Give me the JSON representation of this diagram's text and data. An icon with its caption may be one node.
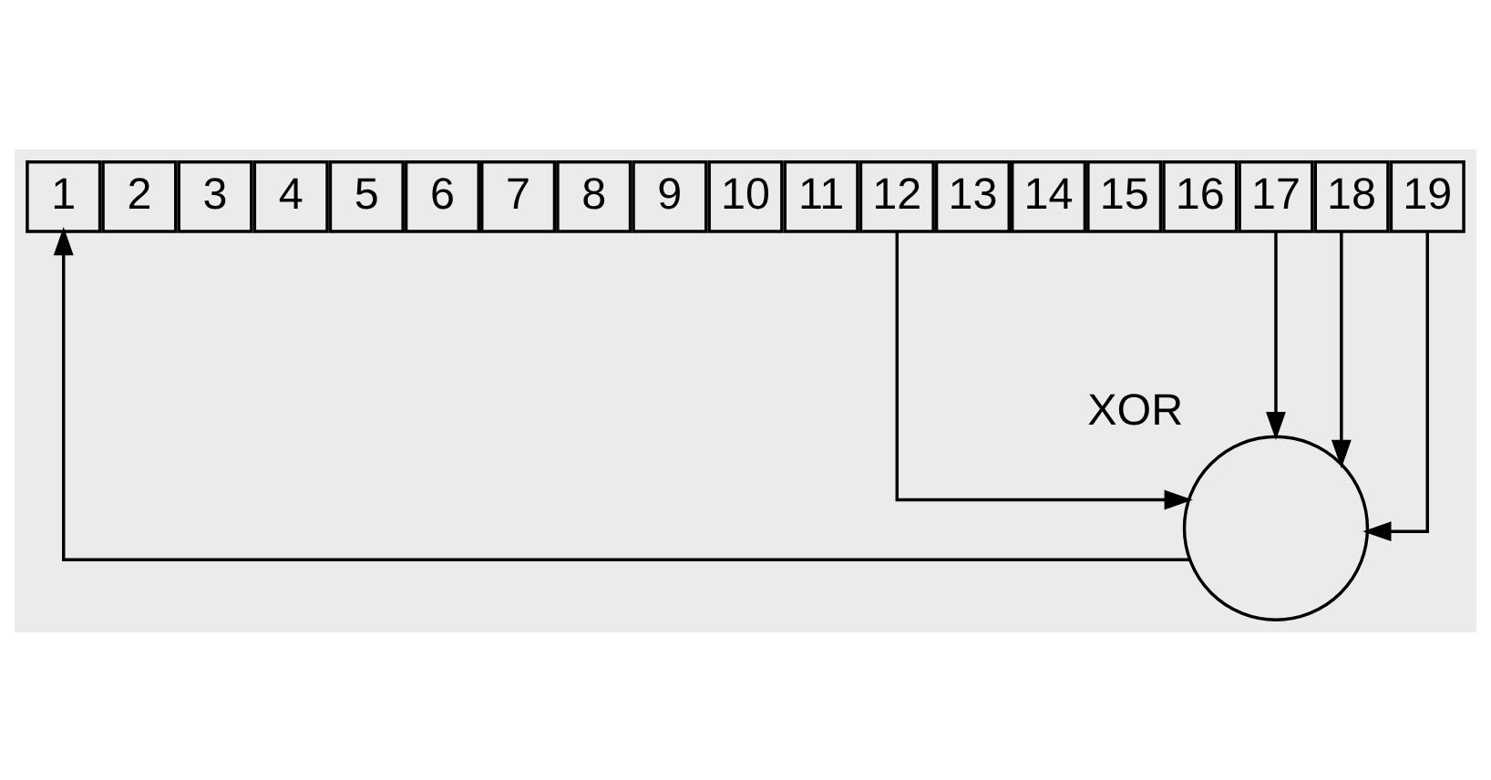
{
  "diagram": {
    "nodes": [
      {
        "text": [
          "1"
        ]
      },
      {
        "text": [
          "2"
        ]
      },
      {
        "text": [
          "3"
        ]
      },
      {
        "text": [
          "4"
        ]
      },
      {
        "text": [
          "5"
        ]
      },
      {
        "text": [
          "6"
        ]
      },
      {
        "text": [
          "7"
        ]
      },
      {
        "text": [
          "8"
        ]
      },
      {
        "text": [
          "9"
        ]
      },
      {
        "text": [
          "10"
        ]
      },
      {
        "text": [
          "11"
        ]
      },
      {
        "text": [
          "12"
        ]
      },
      {
        "text": [
          "13"
        ]
      },
      {
        "text": [
          "14"
        ]
      },
      {
        "text": [
          "15"
        ]
      },
      {
        "text": [
          "16"
        ]
      },
      {
        "text": [
          "17"
        ]
      },
      {
        "text": [
          "18"
        ]
      },
      {
        "text": [
          "19"
        ]
      },
      {
        "text": [],
        "shape": "circle",
        "beside": [
          "XOR"
        ]
      }
    ],
    "edges": [
      {
        "from": 11,
        "to": 19,
        "arrow": "to"
      },
      {
        "from": 16,
        "to": 19,
        "arrow": "to"
      },
      {
        "from": 17,
        "to": 19,
        "arrow": "to"
      },
      {
        "from": 18,
        "to": 19,
        "arrow": "to"
      },
      {
        "from": 19,
        "to": 0,
        "arrow": "to"
      }
    ]
  }
}
